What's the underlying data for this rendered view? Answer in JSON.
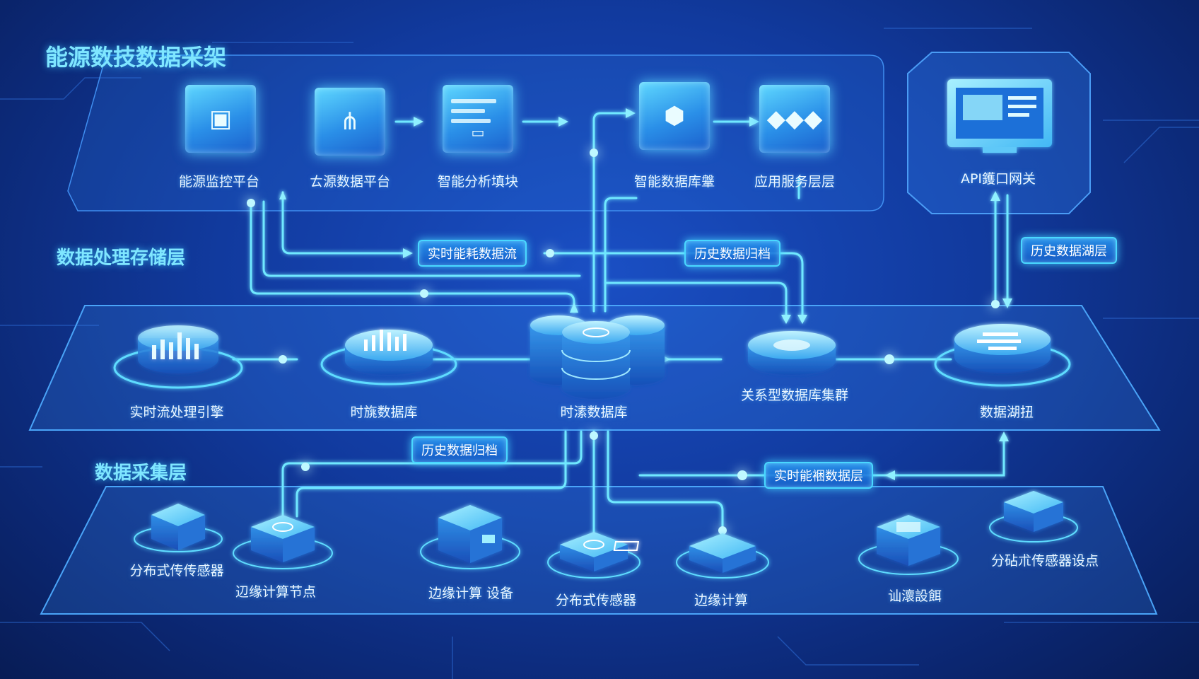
{
  "diagram": {
    "main_title": "能源数技数据采架",
    "layers": {
      "processing": "数据处理存储层",
      "collection": "数据采集层"
    },
    "app_nodes": [
      {
        "label": "能源监控平台",
        "icon": "monitor-icon"
      },
      {
        "label": "ㄊ源数据平台",
        "icon": "network-chart-icon"
      },
      {
        "label": "智能分析填块",
        "icon": "dashboard-icon"
      },
      {
        "label": "智能数据库鞶",
        "icon": "database-server-icon"
      },
      {
        "label": "应用服务层层",
        "icon": "workflow-icon"
      },
      {
        "label": "API鑊口网关",
        "icon": "desktop-screen-icon"
      }
    ],
    "storage_nodes": [
      {
        "label": "实时流处理引擎",
        "icon": "bar-chart-cylinder-icon"
      },
      {
        "label": "时旐数据库",
        "icon": "bar-chart-cylinder-icon"
      },
      {
        "label": "时溸数据库",
        "icon": "database-stack-icon"
      },
      {
        "label": "关系型数据库集群",
        "icon": "database-disc-icon"
      },
      {
        "label": "数据湖扭",
        "icon": "data-lake-icon"
      }
    ],
    "device_nodes": [
      {
        "label": "分布式传传感器",
        "icon": "sensor-device-icon"
      },
      {
        "label": "辺缘计算节点",
        "icon": "edge-node-icon"
      },
      {
        "label": "边缘计算  设备",
        "icon": "edge-device-icon"
      },
      {
        "label": "分布式传感器",
        "icon": "sensor-device-icon"
      },
      {
        "label": "边缘计算",
        "icon": "edge-node-icon"
      },
      {
        "label": "讪瀤設餌",
        "icon": "edge-device-icon"
      },
      {
        "label": "分砧朮传感器设点",
        "icon": "sensor-device-icon"
      }
    ],
    "flow_tags": [
      {
        "label": "实时能耗数据流"
      },
      {
        "label": "历史数据归档"
      },
      {
        "label": "历史数据湖层"
      },
      {
        "label": "历史数据归档"
      },
      {
        "label": "实时能裍数据层"
      }
    ],
    "colors": {
      "glow": "#4fe0ff",
      "line": "#6fe8ff",
      "card": "#2a8fe8",
      "background": "#113a9e"
    }
  }
}
